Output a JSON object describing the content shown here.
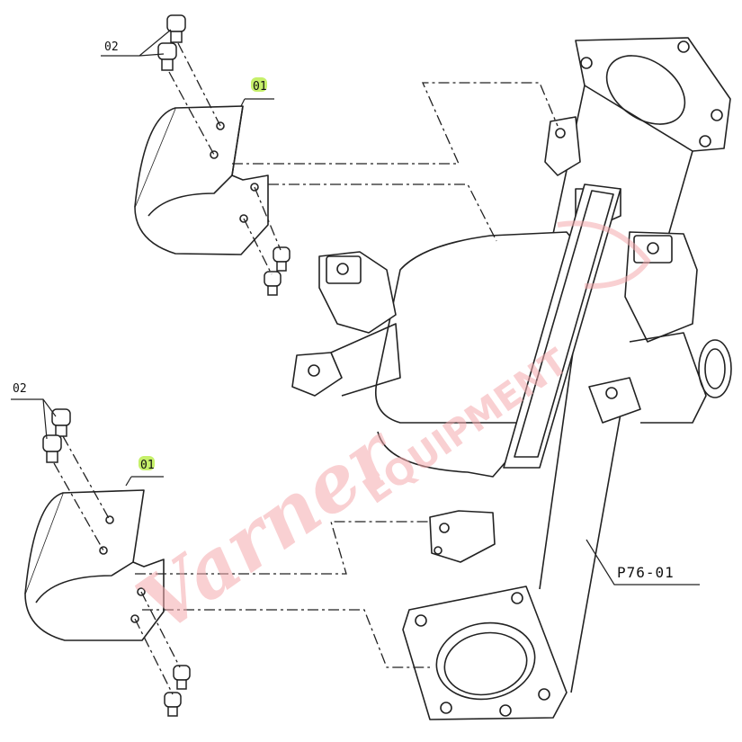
{
  "callouts": {
    "bolt_top": "02",
    "bracket_top": "01",
    "bolt_bottom": "02",
    "bracket_bottom": "01",
    "part_number": "P76-01"
  },
  "watermark": {
    "brand": "Varner",
    "word": "EQUIPMENT"
  },
  "colors": {
    "line": "#222222",
    "highlight": "#c6f06a",
    "watermark": "#f4a9ad"
  }
}
